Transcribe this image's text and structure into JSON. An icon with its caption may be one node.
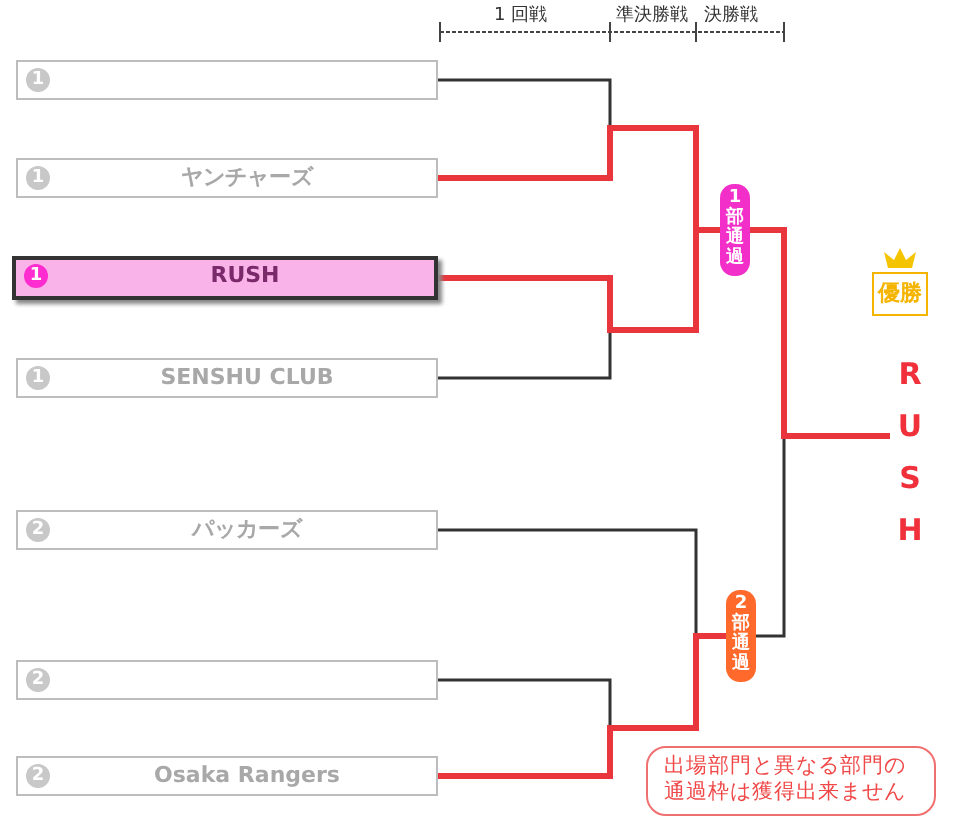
{
  "diagram": {
    "nodes": [
      {
        "text": [
          "1"
        ]
      },
      {
        "text": [
          "1",
          "ヤンチャーズ"
        ]
      },
      {
        "text": [
          "1",
          "RUSH"
        ]
      },
      {
        "text": [
          "1",
          "SENSHU CLUB"
        ]
      },
      {
        "text": [
          "2",
          "パッカーズ"
        ]
      },
      {
        "text": [
          "2"
        ]
      },
      {
        "text": [
          "2",
          "Osaka Rangers"
        ]
      },
      {
        "text": [
          "1部通過"
        ]
      },
      {
        "text": [
          "2部通過"
        ]
      },
      {
        "text": [
          "優勝"
        ]
      },
      {
        "text": [
          "RUSH"
        ]
      },
      {
        "text": [
          "出場部門と異なる部門の通過枠は獲得出来ません"
        ]
      }
    ],
    "edges": [
      {
        "from": 0,
        "to": 7,
        "arrow": "none"
      },
      {
        "from": 1,
        "to": 7,
        "arrow": "none",
        "style": "thick",
        "color": "#e8363c"
      },
      {
        "from": 2,
        "to": 7,
        "arrow": "none",
        "style": "thick",
        "color": "#e8363c"
      },
      {
        "from": 3,
        "to": 7,
        "arrow": "none"
      },
      {
        "from": 4,
        "to": 8,
        "arrow": "none"
      },
      {
        "from": 5,
        "to": 8,
        "arrow": "none"
      },
      {
        "from": 6,
        "to": 8,
        "arrow": "none",
        "style": "thick",
        "color": "#e8363c"
      },
      {
        "from": 7,
        "to": 10,
        "arrow": "none",
        "style": "thick",
        "color": "#e8363c"
      },
      {
        "from": 8,
        "to": 10,
        "arrow": "none"
      }
    ],
    "labels": [
      "1 回戦",
      "準決勝戦",
      "決勝戦"
    ]
  }
}
